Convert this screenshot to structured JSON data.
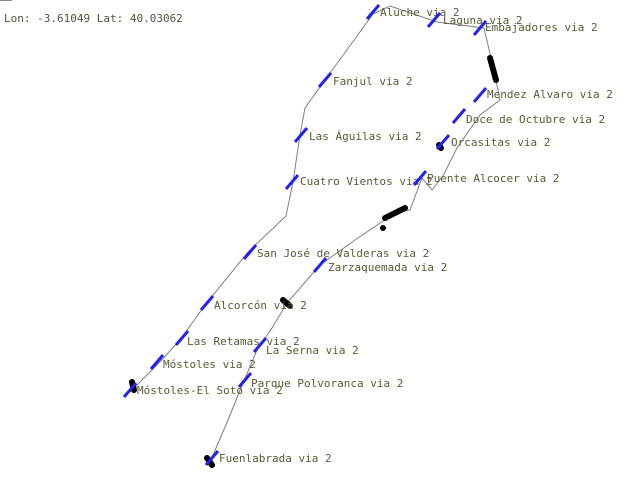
{
  "coordinates": {
    "text": "Lon: -3.61049 Lat: 40.03062"
  },
  "colors": {
    "track": "#808080",
    "station_marker": "#2222ee",
    "train": "#000000",
    "label": "#5a5a3a"
  },
  "stations": [
    {
      "name": "Aluche via 2"
    },
    {
      "name": "Laguna via 2"
    },
    {
      "name": "Embajadores via 2"
    },
    {
      "name": "Fanjul via 2"
    },
    {
      "name": "Mendez Alvaro via 2"
    },
    {
      "name": "Doce de Octubre via 2"
    },
    {
      "name": "Las Águilas via 2"
    },
    {
      "name": "Orcasitas via 2"
    },
    {
      "name": "Cuatro Vientos via 2"
    },
    {
      "name": "Puente Alcocer via 2"
    },
    {
      "name": "San José de Valderas via 2"
    },
    {
      "name": "Zarzaquemada via 2"
    },
    {
      "name": "Alcorcón via 2"
    },
    {
      "name": "Las Retamas via 2"
    },
    {
      "name": "La Serna via 2"
    },
    {
      "name": "Móstoles via 2"
    },
    {
      "name": "Parque Polvoranca via 2"
    },
    {
      "name": "Móstoles-El Soto via 2"
    },
    {
      "name": "Fuenlabrada via 2"
    }
  ]
}
